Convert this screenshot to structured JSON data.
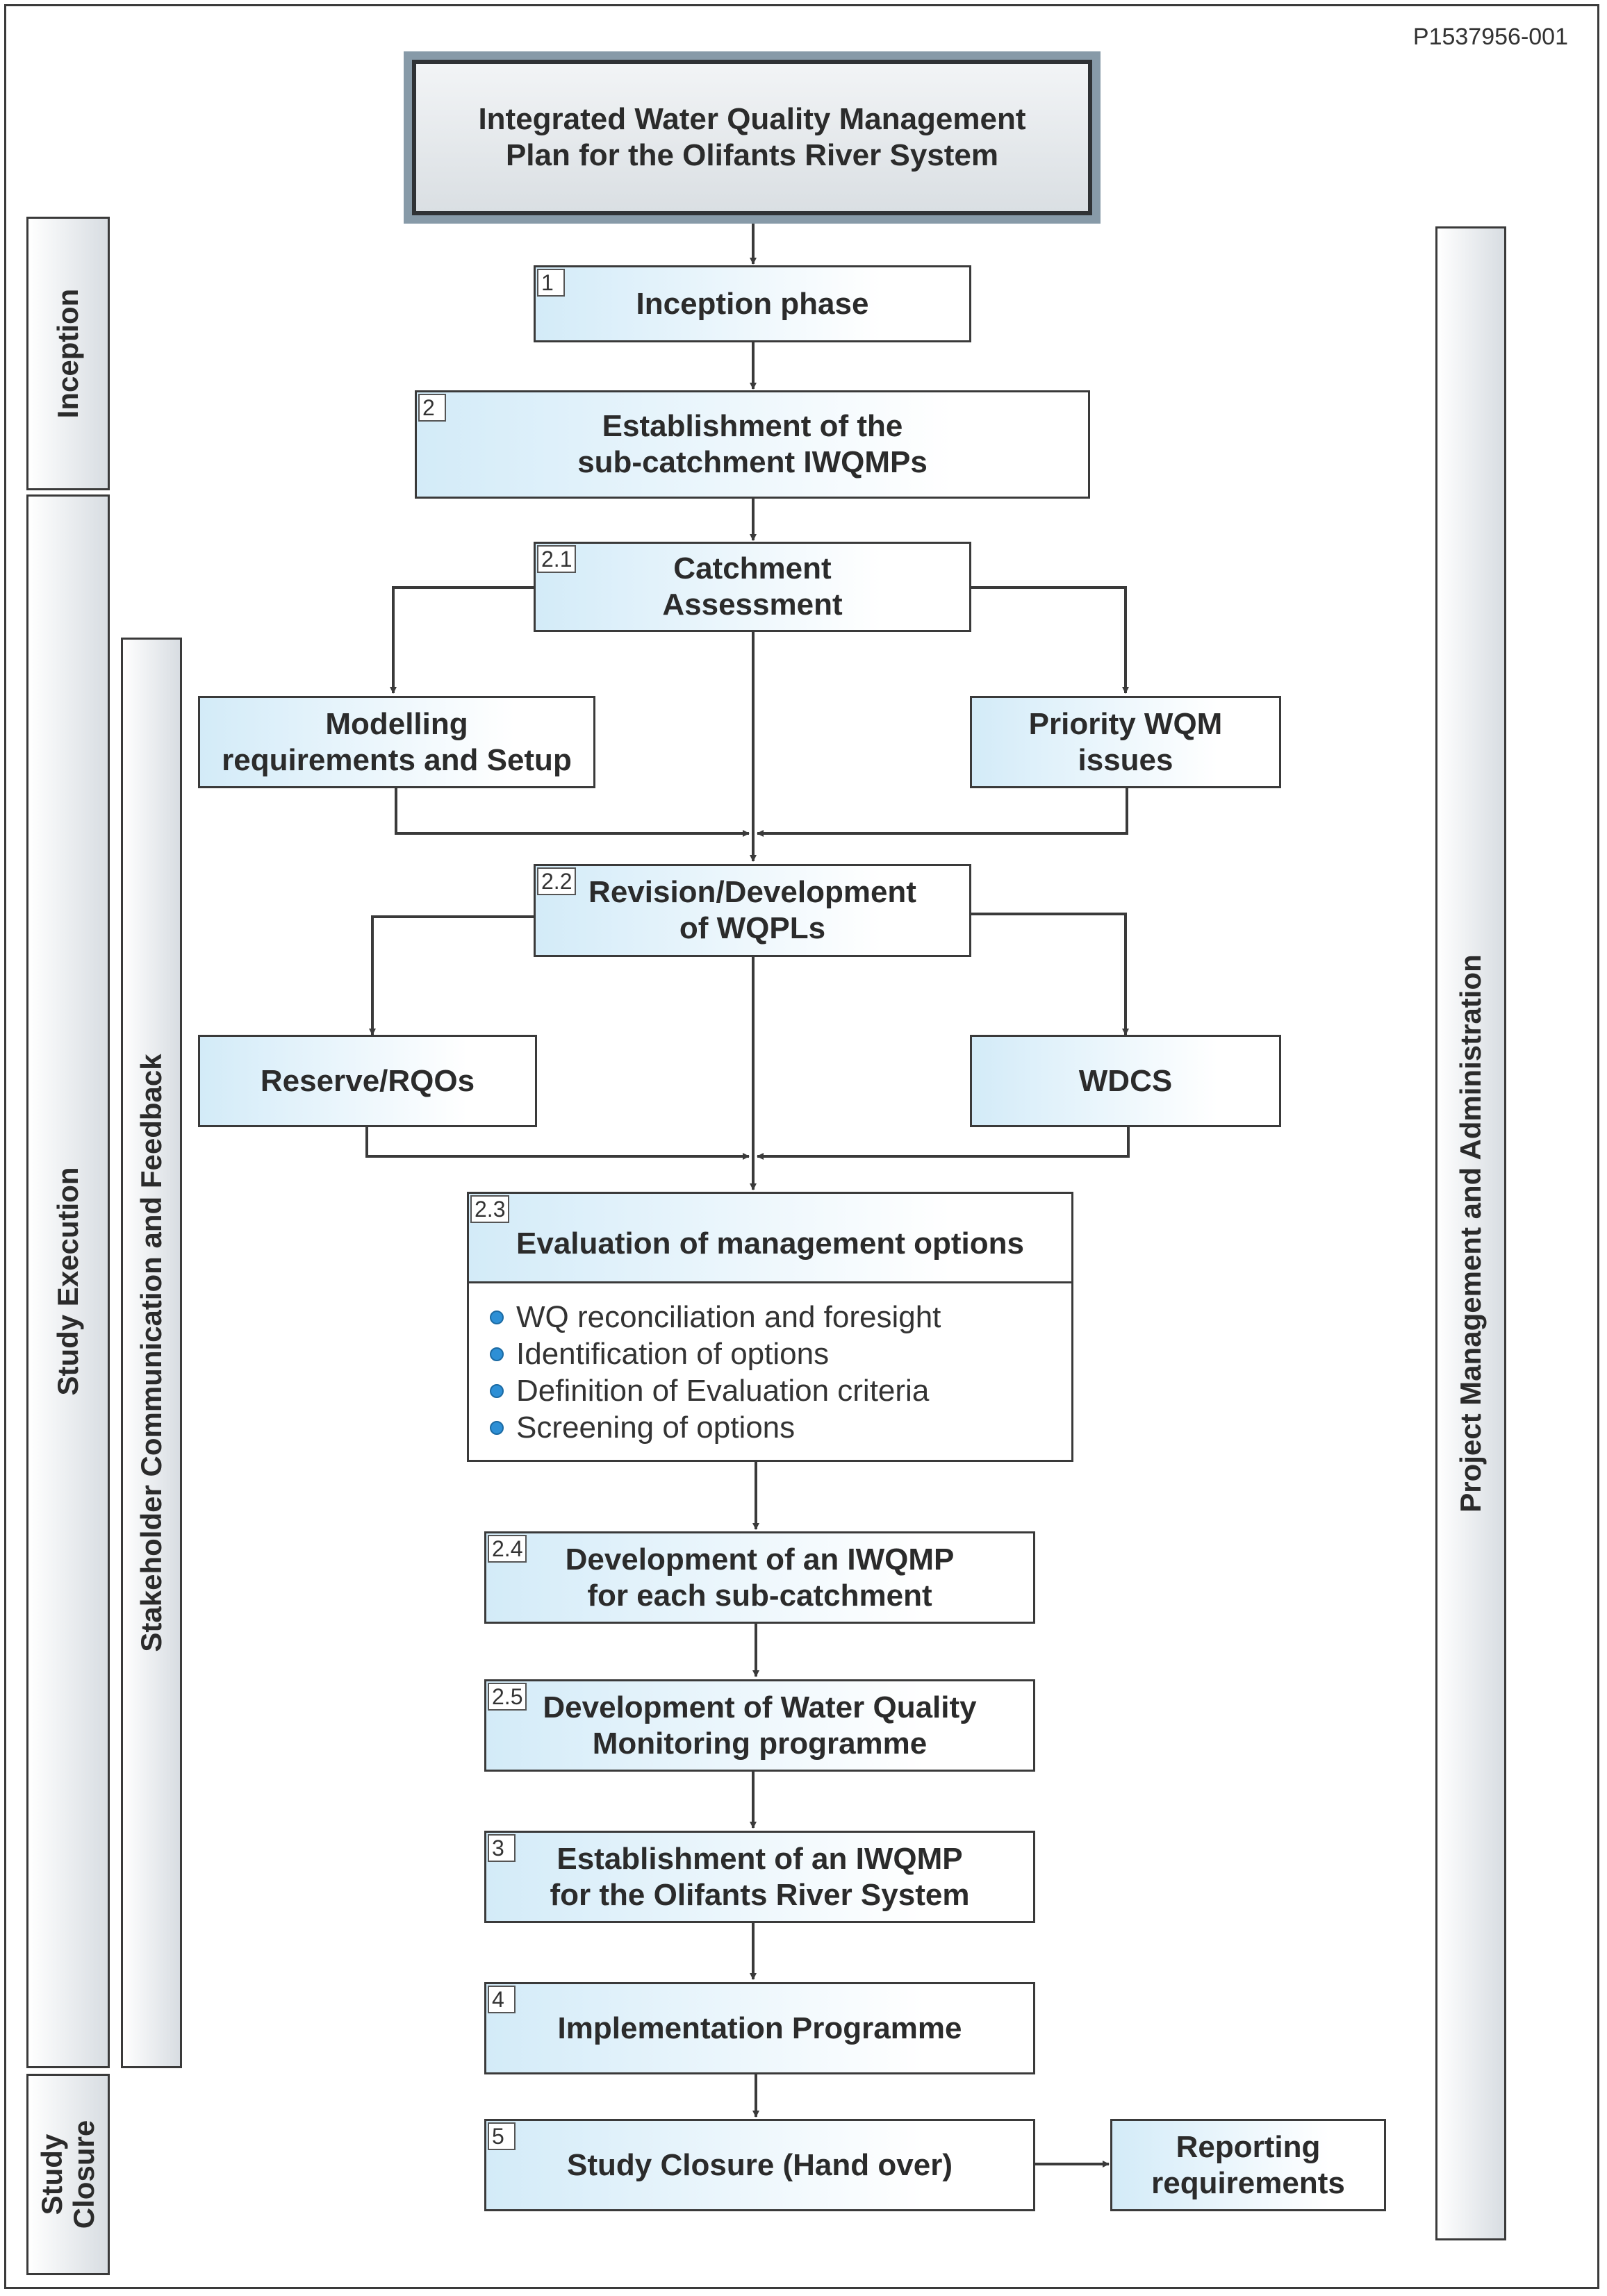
{
  "ref_code": "P1537956-001",
  "title": "Integrated Water Quality Management\nPlan for the Olifants River System",
  "side_bars": {
    "inception": "Inception",
    "study_execution": "Study Execution",
    "study_closure": "Study\nClosure",
    "stakeholder": "Stakeholder Communication and Feedback",
    "project_management": "Project Management and Administration"
  },
  "steps": {
    "s1": {
      "num": "1",
      "label": "Inception phase"
    },
    "s2": {
      "num": "2",
      "label": "Establishment of the\nsub-catchment IWQMPs"
    },
    "s21": {
      "num": "2.1",
      "label": "Catchment\nAssessment"
    },
    "modelling": {
      "label": "Modelling\nrequirements and Setup"
    },
    "priority": {
      "label": "Priority WQM\nissues"
    },
    "s22": {
      "num": "2.2",
      "label": "Revision/Development\nof WQPLs"
    },
    "reserve": {
      "label": "Reserve/RQOs"
    },
    "wdcs": {
      "label": "WDCS"
    },
    "s23": {
      "num": "2.3",
      "label": "Evaluation of management options",
      "bullets": [
        "WQ reconciliation and foresight",
        "Identification of options",
        "Definition of Evaluation criteria",
        "Screening of options"
      ]
    },
    "s24": {
      "num": "2.4",
      "label": "Development of an IWQMP\nfor each sub-catchment"
    },
    "s25": {
      "num": "2.5",
      "label": "Development of Water Quality\nMonitoring programme"
    },
    "s3": {
      "num": "3",
      "label": "Establishment of an IWQMP\nfor the Olifants River System"
    },
    "s4": {
      "num": "4",
      "label": "Implementation Programme"
    },
    "s5": {
      "num": "5",
      "label": "Study Closure (Hand over)"
    },
    "reporting": {
      "label": "Reporting\nrequirements"
    }
  }
}
